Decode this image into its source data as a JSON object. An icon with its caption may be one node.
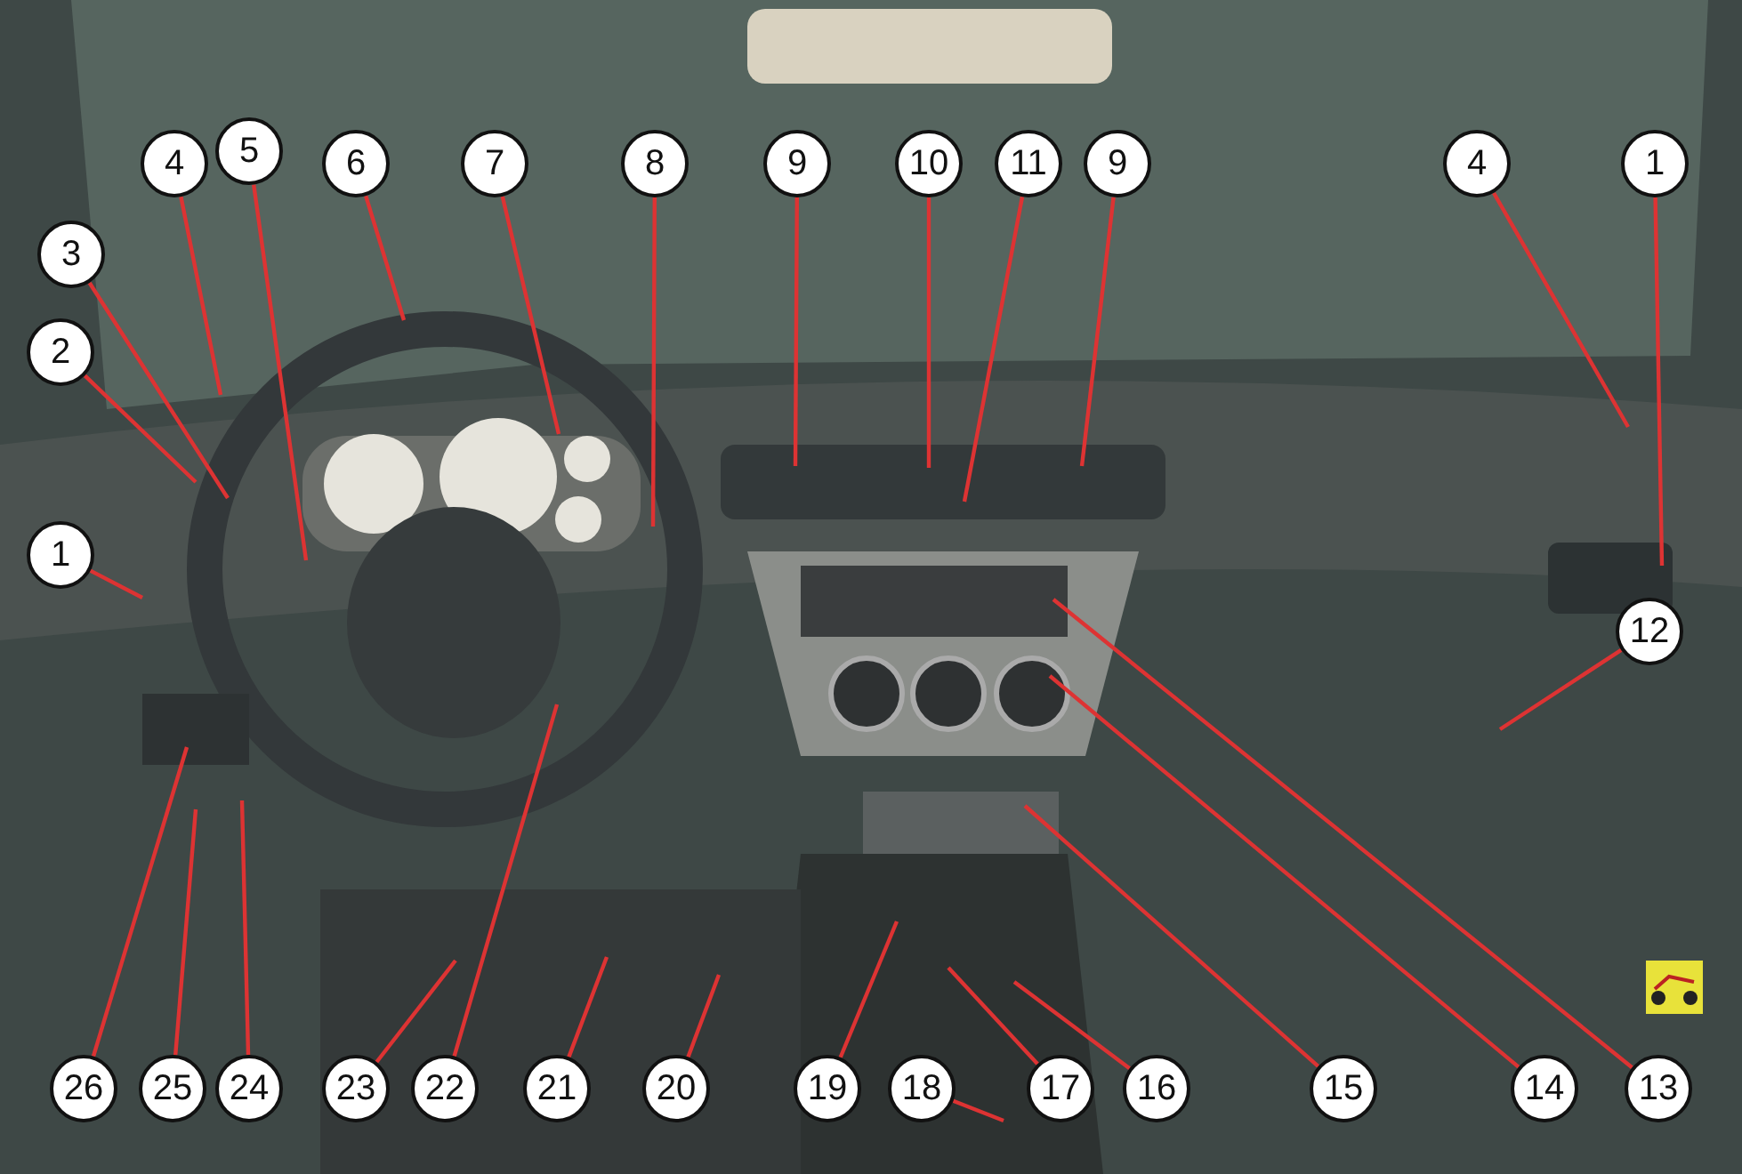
{
  "diagram": {
    "nodes": [
      {
        "text": [
          "4"
        ]
      },
      {
        "text": [
          "5"
        ]
      },
      {
        "text": [
          "6"
        ]
      },
      {
        "text": [
          "7"
        ]
      },
      {
        "text": [
          "8"
        ]
      },
      {
        "text": [
          "9"
        ]
      },
      {
        "text": [
          "10"
        ]
      },
      {
        "text": [
          "11"
        ]
      },
      {
        "text": [
          "9"
        ]
      },
      {
        "text": [
          "4"
        ]
      },
      {
        "text": [
          "1"
        ]
      },
      {
        "text": [
          "3"
        ]
      },
      {
        "text": [
          "2"
        ]
      },
      {
        "text": [
          "1"
        ]
      },
      {
        "text": [
          "12"
        ]
      },
      {
        "text": [
          "26"
        ]
      },
      {
        "text": [
          "25"
        ]
      },
      {
        "text": [
          "24"
        ]
      },
      {
        "text": [
          "23"
        ]
      },
      {
        "text": [
          "22"
        ]
      },
      {
        "text": [
          "21"
        ]
      },
      {
        "text": [
          "20"
        ]
      },
      {
        "text": [
          "19"
        ]
      },
      {
        "text": [
          "18"
        ]
      },
      {
        "text": [
          "17"
        ]
      },
      {
        "text": [
          "16"
        ]
      },
      {
        "text": [
          "15"
        ]
      },
      {
        "text": [
          "14"
        ]
      },
      {
        "text": [
          "13"
        ]
      }
    ],
    "edges": [
      {
        "from": 0,
        "to": null,
        "arrow": "none"
      },
      {
        "from": 1,
        "to": null,
        "arrow": "none"
      },
      {
        "from": 2,
        "to": null,
        "arrow": "none"
      },
      {
        "from": 3,
        "to": null,
        "arrow": "none"
      },
      {
        "from": 4,
        "to": null,
        "arrow": "none"
      },
      {
        "from": 5,
        "to": null,
        "arrow": "none"
      },
      {
        "from": 6,
        "to": null,
        "arrow": "none"
      },
      {
        "from": 7,
        "to": null,
        "arrow": "none"
      },
      {
        "from": 8,
        "to": null,
        "arrow": "none"
      },
      {
        "from": 9,
        "to": null,
        "arrow": "none"
      },
      {
        "from": 10,
        "to": null,
        "arrow": "none"
      },
      {
        "from": 11,
        "to": null,
        "arrow": "none"
      },
      {
        "from": 12,
        "to": null,
        "arrow": "none"
      },
      {
        "from": 13,
        "to": null,
        "arrow": "none"
      },
      {
        "from": 14,
        "to": null,
        "arrow": "none"
      },
      {
        "from": 15,
        "to": null,
        "arrow": "none"
      },
      {
        "from": 16,
        "to": null,
        "arrow": "none"
      },
      {
        "from": 17,
        "to": null,
        "arrow": "none"
      },
      {
        "from": 18,
        "to": null,
        "arrow": "none"
      },
      {
        "from": 19,
        "to": null,
        "arrow": "none"
      },
      {
        "from": 20,
        "to": null,
        "arrow": "none"
      },
      {
        "from": 21,
        "to": null,
        "arrow": "none"
      },
      {
        "from": 22,
        "to": null,
        "arrow": "none"
      },
      {
        "from": 23,
        "to": null,
        "arrow": "none"
      },
      {
        "from": 24,
        "to": null,
        "arrow": "none"
      },
      {
        "from": 25,
        "to": null,
        "arrow": "none"
      },
      {
        "from": 26,
        "to": null,
        "arrow": "none"
      },
      {
        "from": 27,
        "to": null,
        "arrow": "none"
      },
      {
        "from": 28,
        "to": null,
        "arrow": "none"
      }
    ]
  }
}
